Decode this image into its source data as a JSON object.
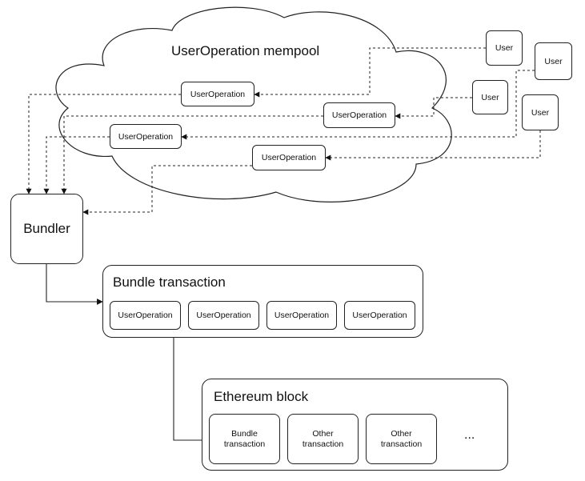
{
  "mempool": {
    "title": "UserOperation mempool"
  },
  "users": [
    {
      "label": "User"
    },
    {
      "label": "User"
    },
    {
      "label": "User"
    },
    {
      "label": "User"
    }
  ],
  "mempool_ops": [
    {
      "label": "UserOperation"
    },
    {
      "label": "UserOperation"
    },
    {
      "label": "UserOperation"
    },
    {
      "label": "UserOperation"
    }
  ],
  "bundler": {
    "label": "Bundler"
  },
  "bundle_transaction": {
    "title": "Bundle transaction",
    "ops": [
      {
        "label": "UserOperation"
      },
      {
        "label": "UserOperation"
      },
      {
        "label": "UserOperation"
      },
      {
        "label": "UserOperation"
      }
    ]
  },
  "ethereum_block": {
    "title": "Ethereum block",
    "items": [
      {
        "label": "Bundle\ntransaction"
      },
      {
        "label": "Other\ntransaction"
      },
      {
        "label": "Other\ntransaction"
      }
    ],
    "ellipsis": "..."
  }
}
